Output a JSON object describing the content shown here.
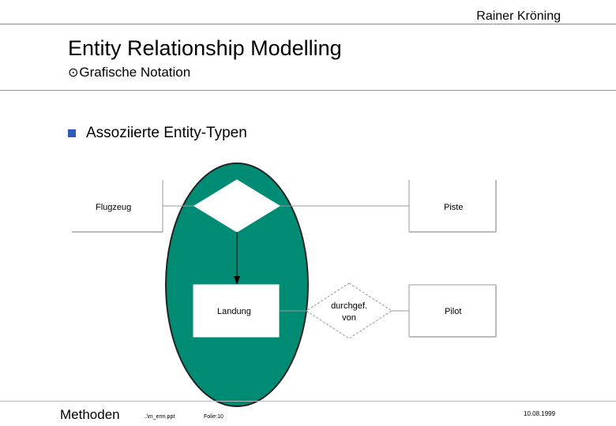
{
  "header": {
    "author": "Rainer Kröning",
    "title": "Entity Relationship Modelling",
    "subtitle_icon": "circled-dot-bullet-icon",
    "subtitle": "Grafische Notation"
  },
  "content": {
    "bullet_icon": "blue-square-bullet-icon",
    "bullet_text": "Assoziierte Entity-Typen"
  },
  "diagram": {
    "entities": {
      "flugzeug": "Flugzeug",
      "piste": "Piste",
      "landung": "Landung",
      "pilot": "Pilot"
    },
    "relationship": {
      "line1": "durchgef.",
      "line2": "von"
    },
    "colors": {
      "ellipse_fill": "#008c74",
      "line": "#999999",
      "arrow": "#000000"
    }
  },
  "footer": {
    "left": "Methoden",
    "file": "..\\m_erm.ppt",
    "slide": "Folie:10",
    "date": "10.08.1999"
  }
}
